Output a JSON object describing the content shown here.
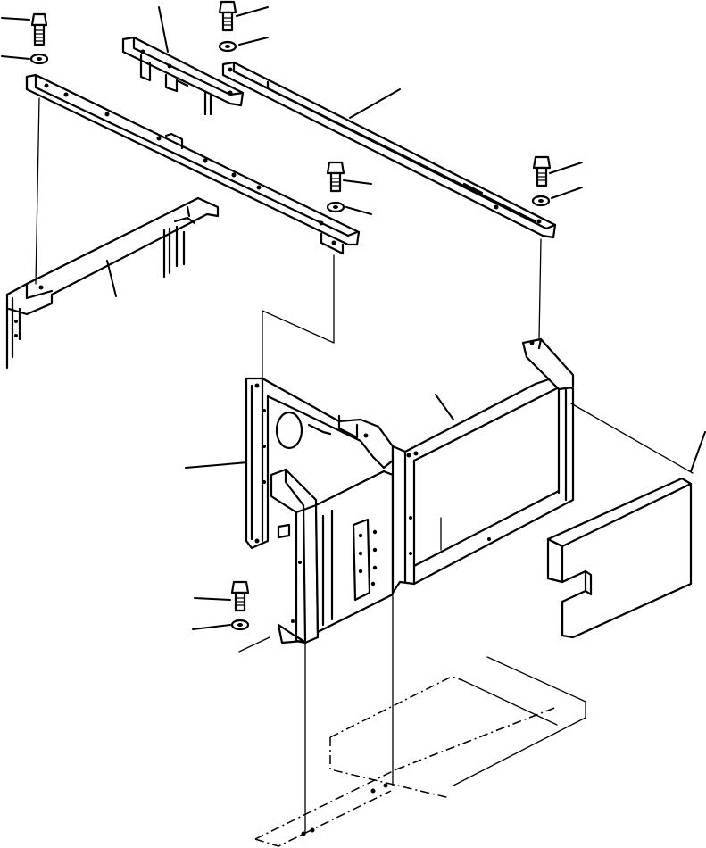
{
  "figure": {
    "type": "exploded-parts-diagram",
    "colors": {
      "line": "#000000",
      "background": "#ffffff"
    },
    "components": [
      "bolt",
      "washer",
      "cross-bar",
      "left-rail",
      "right-rail",
      "lower-bracket",
      "left-frame",
      "right-frame",
      "cover-panel",
      "base-frame"
    ]
  }
}
